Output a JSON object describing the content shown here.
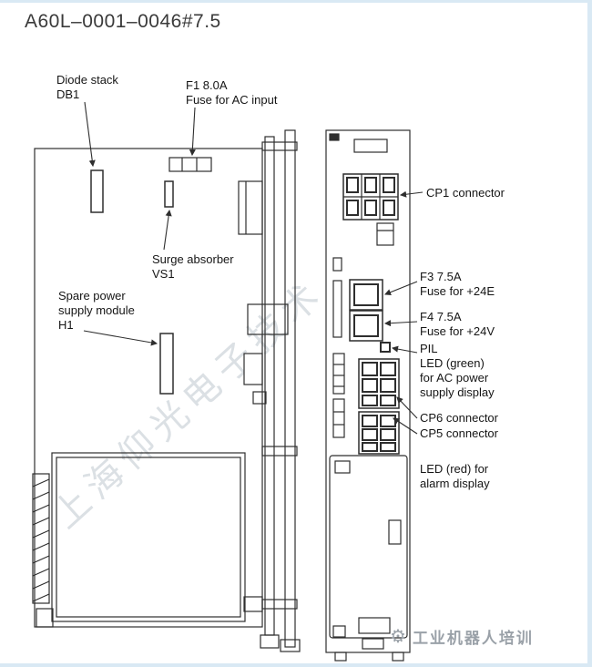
{
  "page": {
    "title": "A60L–0001–0046#7.5",
    "watermark": "上海仰光电子技术",
    "footer_logo": "工业机器人培训"
  },
  "labels": {
    "diode_stack": "Diode stack\nDB1",
    "f1_fuse": "F1 8.0A\nFuse for AC input",
    "surge_absorber": "Surge absorber\nVS1",
    "spare_module": "Spare power\nsupply module\nH1",
    "cp1": "CP1 connector",
    "f3_fuse": "F3 7.5A\nFuse for +24E",
    "f4_fuse": "F4 7.5A\nFuse for +24V",
    "pil_led": "PIL\nLED (green)\nfor AC power\nsupply display",
    "cp6": "CP6 connector",
    "cp5": "CP5 connector",
    "led_red": "LED (red) for\nalarm display"
  },
  "colors": {
    "line": "#2e2e2e",
    "page_edge": "#d9e9f4",
    "watermark_gray": "#7d8e9e",
    "logo_gray": "#9aa1a8"
  }
}
